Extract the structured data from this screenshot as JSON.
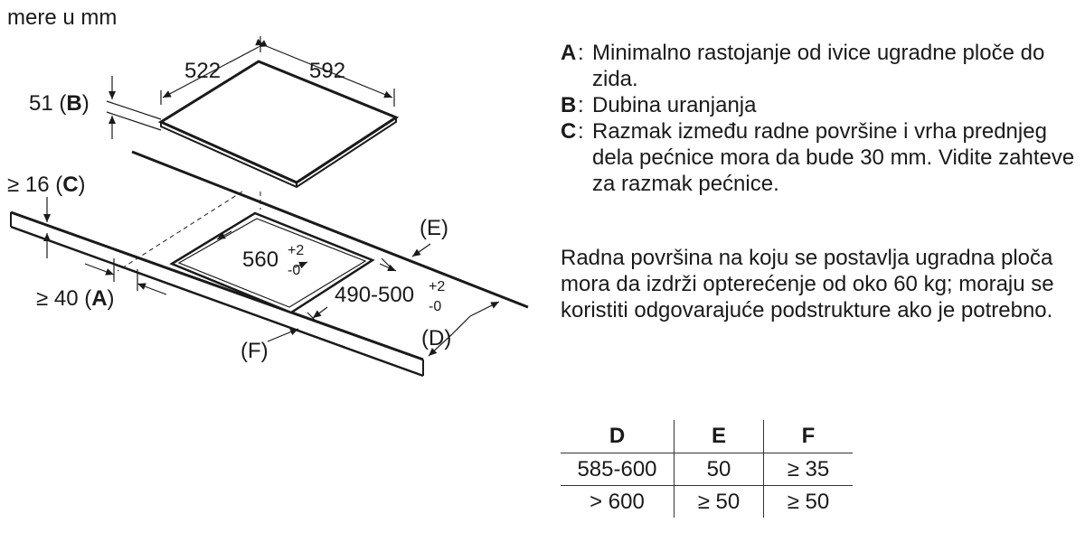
{
  "units_note": "mere u mm",
  "diagram": {
    "hob_depth": "522",
    "hob_width": "592",
    "label_B_value": "51 (",
    "label_B_key": "B",
    "label_B_close": ")",
    "label_C_value": "≥ 16 (",
    "label_C_key": "C",
    "label_C_close": ")",
    "label_A_value": "≥ 40 (",
    "label_A_key": "A",
    "label_A_close": ")",
    "cutout_width": "560",
    "cutout_width_tol_plus": "+2",
    "cutout_width_tol_minus": "-0",
    "cutout_depth": "490-500",
    "cutout_depth_tol_plus": "+2",
    "cutout_depth_tol_minus": "-0",
    "label_D": "(D)",
    "label_E": "(E)",
    "label_F": "(F)"
  },
  "legend": [
    {
      "key": "A",
      "text": "Minimalno rastojanje od ivice ugradne ploče do zida."
    },
    {
      "key": "B",
      "text": "Dubina uranjanja"
    },
    {
      "key": "C",
      "text": "Razmak između radne površine i vrha prednjeg dela pećnice mora da bude 30 mm. Vidite zahteve za razmak pećnice."
    }
  ],
  "note": "Radna površina na koju se postavlja ugradna ploča mora da izdrži opterećenje od oko 60 kg; moraju se koristiti odgovarajuće podstrukture ako je potrebno.",
  "table": {
    "headers": [
      "D",
      "E",
      "F"
    ],
    "rows": [
      [
        "585-600",
        "50",
        "≥ 35"
      ],
      [
        "> 600",
        "≥ 50",
        "≥ 50"
      ]
    ]
  }
}
